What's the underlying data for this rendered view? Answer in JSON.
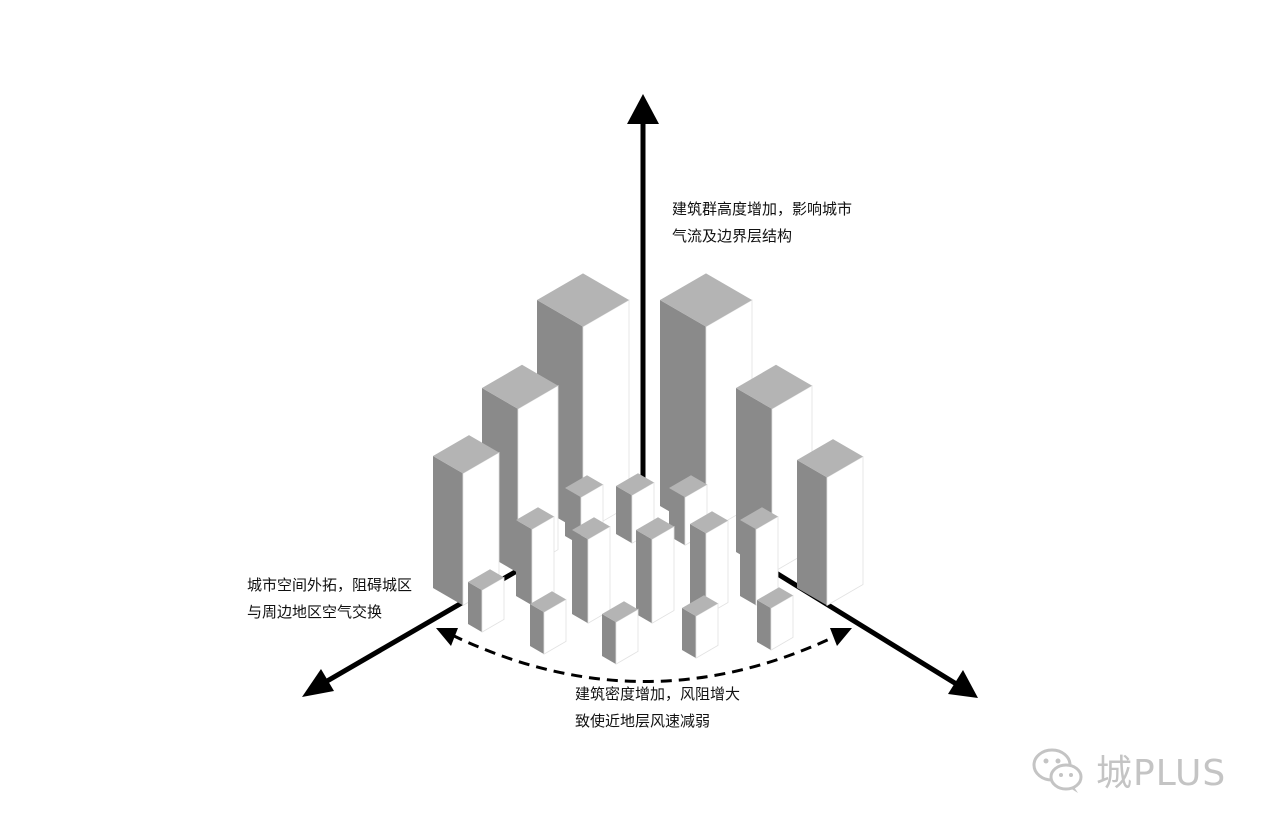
{
  "diagram": {
    "labels": {
      "height": {
        "line1": "建筑群高度增加，影响城市",
        "line2": "气流及边界层结构"
      },
      "expand": {
        "line1": "城市空间外拓，阻碍城区",
        "line2": "与周边地区空气交换"
      },
      "density": {
        "line1": "建筑密度增加，风阻增大",
        "line2": "致使近地层风速减弱"
      }
    },
    "watermark": {
      "text": "城PLUS",
      "icon": "wechat-icon"
    },
    "colors": {
      "axis": "#000000",
      "building_top": "#b4b4b4",
      "building_side": "#8a8a8a",
      "building_front": "#ffffff",
      "watermark": "#c4c4c4"
    }
  }
}
